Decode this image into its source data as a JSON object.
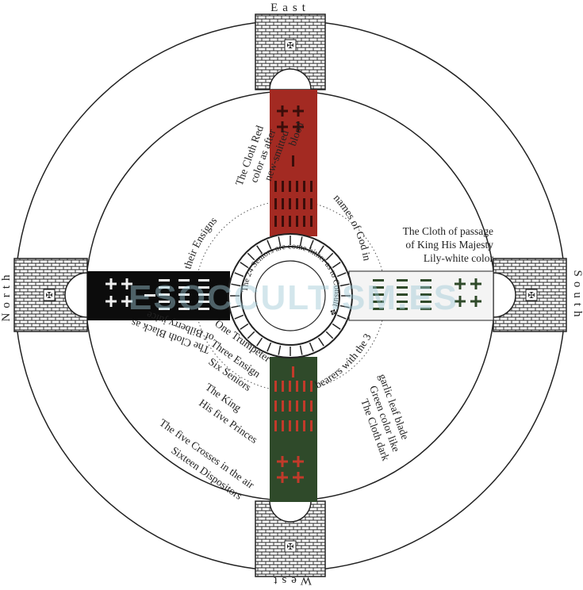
{
  "directions": {
    "east": "East",
    "west": "West",
    "north": "North",
    "south": "South"
  },
  "captions": {
    "red_cloth": [
      "The Cloth Red",
      "color as after",
      "new-smitted",
      "blood"
    ],
    "white_cloth": [
      "The Cloth of passage",
      "of King His Majesty",
      "Lily-white color"
    ],
    "black_cloth": [
      "The Cloth Black as",
      "of Bilberry juice"
    ],
    "green_cloth": [
      "The Cloth dark",
      "Green color like",
      "garlic leaf blade"
    ],
    "names_of_god": "names of God in",
    "their_ensigns": "their Ensigns",
    "bearers": "bearers with the 3",
    "hierarchy": [
      "One Trumpeter",
      "Three Ensign",
      "Six Seniors",
      "The King",
      "His five Princes",
      "The five Crosses in the air",
      "Sixteen Dispositors"
    ],
    "inner_ring": "The 24 Seniors are come hither as to Consult ✥"
  },
  "watermark": "ESOCCULTISM.ES",
  "colors": {
    "red": "#a32a22",
    "black": "#0c0c0c",
    "white": "#f4f4f4",
    "green": "#2f4a2a",
    "ink": "#222222"
  }
}
